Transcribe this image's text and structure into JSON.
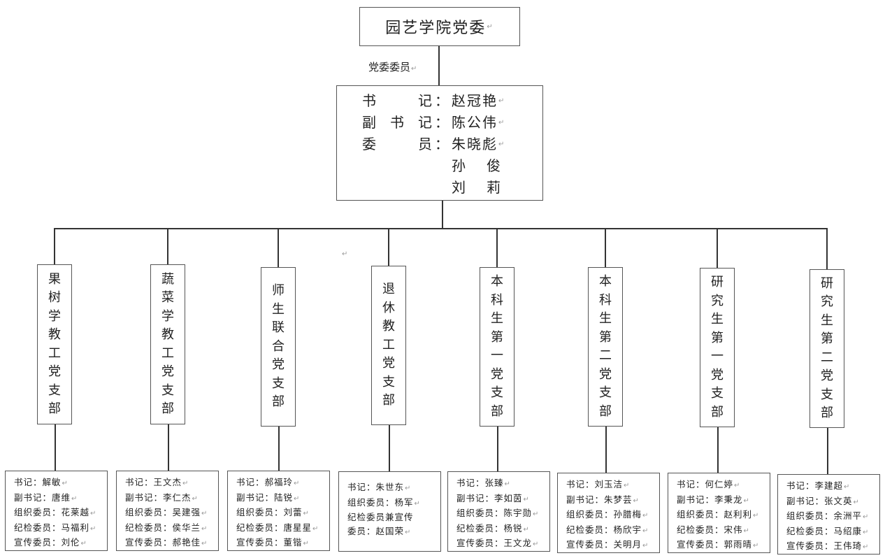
{
  "top": {
    "title": "园艺学院党委",
    "committee_label": "党委委员"
  },
  "committee": {
    "rows": [
      {
        "role": "书记",
        "name": "赵冠艳"
      },
      {
        "role": "副书记",
        "name": "陈公伟"
      },
      {
        "role": "委员",
        "name": "朱晓彪"
      },
      {
        "role": "",
        "name": "孙俊"
      },
      {
        "role": "",
        "name": "刘莉"
      }
    ]
  },
  "branches": [
    {
      "name": "果树学教工党支部",
      "members": [
        {
          "role": "书记",
          "name": "解敏"
        },
        {
          "role": "副书记",
          "name": "唐维"
        },
        {
          "role": "组织委员",
          "name": "花莱越"
        },
        {
          "role": "纪检委员",
          "name": "马福利"
        },
        {
          "role": "宣传委员",
          "name": "刘伦"
        }
      ]
    },
    {
      "name": "蔬菜学教工党支部",
      "members": [
        {
          "role": "书记",
          "name": "王文杰"
        },
        {
          "role": "副书记",
          "name": "李仁杰"
        },
        {
          "role": "组织委员",
          "name": "吴建强"
        },
        {
          "role": "纪检委员",
          "name": "侯华兰"
        },
        {
          "role": "宣传委员",
          "name": "郝艳佳"
        }
      ]
    },
    {
      "name": "师生联合党支部",
      "members": [
        {
          "role": "书记",
          "name": "郝福玲"
        },
        {
          "role": "副书记",
          "name": "陆锐"
        },
        {
          "role": "组织委员",
          "name": "刘蕾"
        },
        {
          "role": "纪检委员",
          "name": "唐星星"
        },
        {
          "role": "宣传委员",
          "name": "董锴"
        }
      ]
    },
    {
      "name": "退休教工党支部",
      "members": [
        {
          "role": "书记",
          "name": "朱世东"
        },
        {
          "role": "组织委员",
          "name": "杨军"
        },
        {
          "role": "纪检委员兼宣传委员",
          "name": "赵国荣"
        }
      ]
    },
    {
      "name": "本科生第一党支部",
      "members": [
        {
          "role": "书记",
          "name": "张臻"
        },
        {
          "role": "副书记",
          "name": "李如茵"
        },
        {
          "role": "组织委员",
          "name": "陈宇勋"
        },
        {
          "role": "纪检委员",
          "name": "杨锐"
        },
        {
          "role": "宣传委员",
          "name": "王文龙"
        }
      ]
    },
    {
      "name": "本科生第二党支部",
      "members": [
        {
          "role": "书记",
          "name": "刘玉洁"
        },
        {
          "role": "副书记",
          "name": "朱梦芸"
        },
        {
          "role": "组织委员",
          "name": "孙腊梅"
        },
        {
          "role": "纪检委员",
          "name": "杨欣宇"
        },
        {
          "role": "宣传委员",
          "name": "关明月"
        }
      ]
    },
    {
      "name": "研究生第一党支部",
      "members": [
        {
          "role": "书记",
          "name": "何仁婷"
        },
        {
          "role": "副书记",
          "name": "李秉龙"
        },
        {
          "role": "组织委员",
          "name": "赵利利"
        },
        {
          "role": "纪检委员",
          "name": "宋伟"
        },
        {
          "role": "宣传委员",
          "name": "郭雨晴"
        }
      ]
    },
    {
      "name": "研究生第二党支部",
      "members": [
        {
          "role": "书记",
          "name": "李建超"
        },
        {
          "role": "副书记",
          "name": "张文英"
        },
        {
          "role": "组织委员",
          "name": "余洲平"
        },
        {
          "role": "纪检委员",
          "name": "马绍康"
        },
        {
          "role": "宣传委员",
          "name": "王伟琦"
        }
      ]
    }
  ]
}
